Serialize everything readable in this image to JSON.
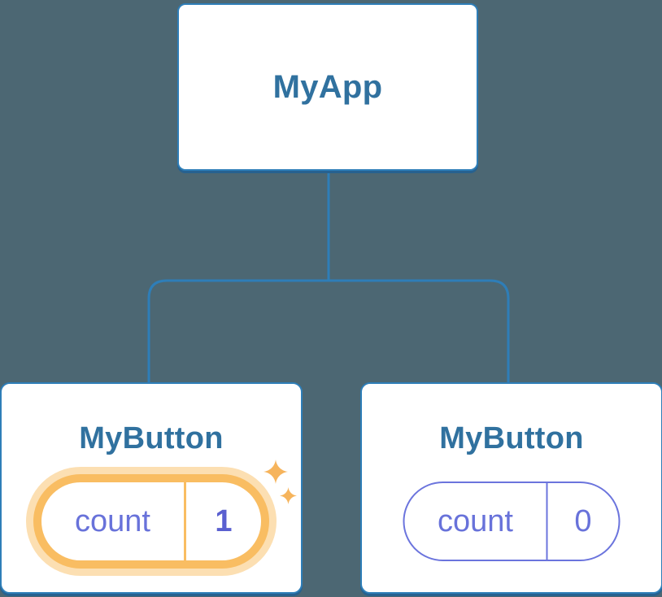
{
  "tree": {
    "root": {
      "label": "MyApp"
    },
    "children": [
      {
        "label": "MyButton",
        "state": {
          "key": "count",
          "value": "1"
        },
        "highlighted": true
      },
      {
        "label": "MyButton",
        "state": {
          "key": "count",
          "value": "0"
        },
        "highlighted": false
      }
    ]
  },
  "icons": {
    "sparkle_large": "sparkle-icon",
    "sparkle_small": "sparkle-icon"
  },
  "colors": {
    "background": "#4C6773",
    "connector_blue": "#2E7EB8",
    "card_border_blue": "#2E7EB8",
    "card_shadow_blue": "#27618F",
    "node_label_blue": "#30719F",
    "state_text_purple": "#6872DA",
    "state_value_bold_purple": "#5A60D0",
    "pill_border_purple": "#6B74DD",
    "highlight_orange": "#F9BD62",
    "highlight_glow_orange": "#FCDFB2"
  }
}
